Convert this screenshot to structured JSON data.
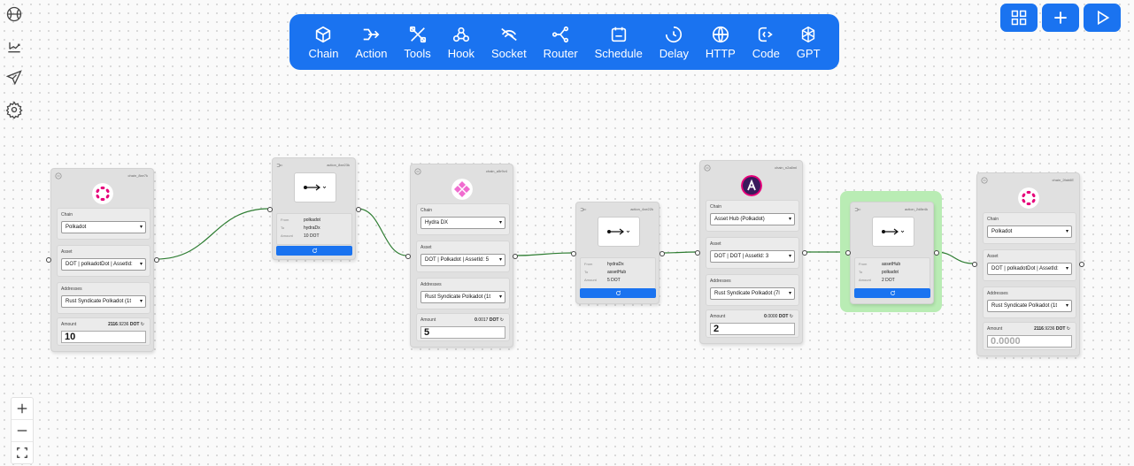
{
  "sidebar": {
    "items": [
      "basketball-icon",
      "chart-hand-icon",
      "send-icon",
      "settings-icon"
    ]
  },
  "toolbar": {
    "items": [
      {
        "label": "Chain",
        "icon": "cube-icon"
      },
      {
        "label": "Action",
        "icon": "action-icon"
      },
      {
        "label": "Tools",
        "icon": "tools-icon"
      },
      {
        "label": "Hook",
        "icon": "hook-icon"
      },
      {
        "label": "Socket",
        "icon": "socket-icon"
      },
      {
        "label": "Router",
        "icon": "router-icon"
      },
      {
        "label": "Schedule",
        "icon": "calendar-icon"
      },
      {
        "label": "Delay",
        "icon": "clock-icon"
      },
      {
        "label": "HTTP",
        "icon": "globe-icon"
      },
      {
        "label": "Code",
        "icon": "code-icon"
      },
      {
        "label": "GPT",
        "icon": "gpt-icon"
      }
    ]
  },
  "colors": {
    "accent": "#1a73f0",
    "edge": "#2e7d32",
    "polkadot": "#e6007a",
    "hydra": "#f06ccf",
    "assethub": "#3a1a5c",
    "highlight": "#b9ecb4"
  },
  "nodes": {
    "chain1": {
      "name": "chain_8xe7k",
      "chain_label": "Chain",
      "chain": "Polkadot",
      "asset_label": "Asset",
      "asset": "DOT | polkadotDot | AssetId: ",
      "addresses_label": "Addresses",
      "address": "Rust Syndicate Polkadot (1t",
      "amount_label": "Amount",
      "balance_int": "2116",
      "balance_dec": ".9236",
      "unit": "DOT",
      "amount": "10"
    },
    "action1": {
      "name": "action_8xe23k",
      "from_label": "From",
      "to_label": "To",
      "amount_label": "Amount",
      "from": "polkadot",
      "to": "hydraDx",
      "amount": "10 DOT"
    },
    "chain2": {
      "name": "chain_a5r9v4",
      "chain_label": "Chain",
      "chain": "Hydra DX",
      "asset_label": "Asset",
      "asset": "DOT | Polkadot | AssetId: 5",
      "addresses_label": "Addresses",
      "address": "Rust Syndicate Polkadot (1t",
      "amount_label": "Amount",
      "balance_int": "0",
      "balance_dec": ".0017",
      "unit": "DOT",
      "amount": "5"
    },
    "action2": {
      "name": "action_4xe22k",
      "from_label": "From",
      "to_label": "To",
      "amount_label": "Amount",
      "from": "hydraDx",
      "to": "assetHub",
      "amount": "5 DOT"
    },
    "chain3": {
      "name": "chain_n2a8ml",
      "chain_label": "Chain",
      "chain": "Asset Hub (Polkadot)",
      "asset_label": "Asset",
      "asset": "DOT | DOT | AssetId: 3",
      "addresses_label": "Addresses",
      "address": "Rust Syndicate Polkadot (7l",
      "amount_label": "Amount",
      "balance_int": "0",
      "balance_dec": ".0000",
      "unit": "DOT",
      "amount": "2"
    },
    "action3": {
      "name": "action_2d8e4k",
      "from_label": "From",
      "to_label": "To",
      "amount_label": "Amount",
      "from": "assetHub",
      "to": "polkadot",
      "amount": "2 DOT"
    },
    "chain4": {
      "name": "chain_2fab6E",
      "chain_label": "Chain",
      "chain": "Polkadot",
      "asset_label": "Asset",
      "asset": "DOT | polkadotDot | AssetId: ",
      "addresses_label": "Addresses",
      "address": "Rust Syndicate Polkadot (1t",
      "amount_label": "Amount",
      "balance_int": "2116",
      "balance_dec": ".9236",
      "unit": "DOT",
      "amount_placeholder": "0.0000"
    }
  }
}
